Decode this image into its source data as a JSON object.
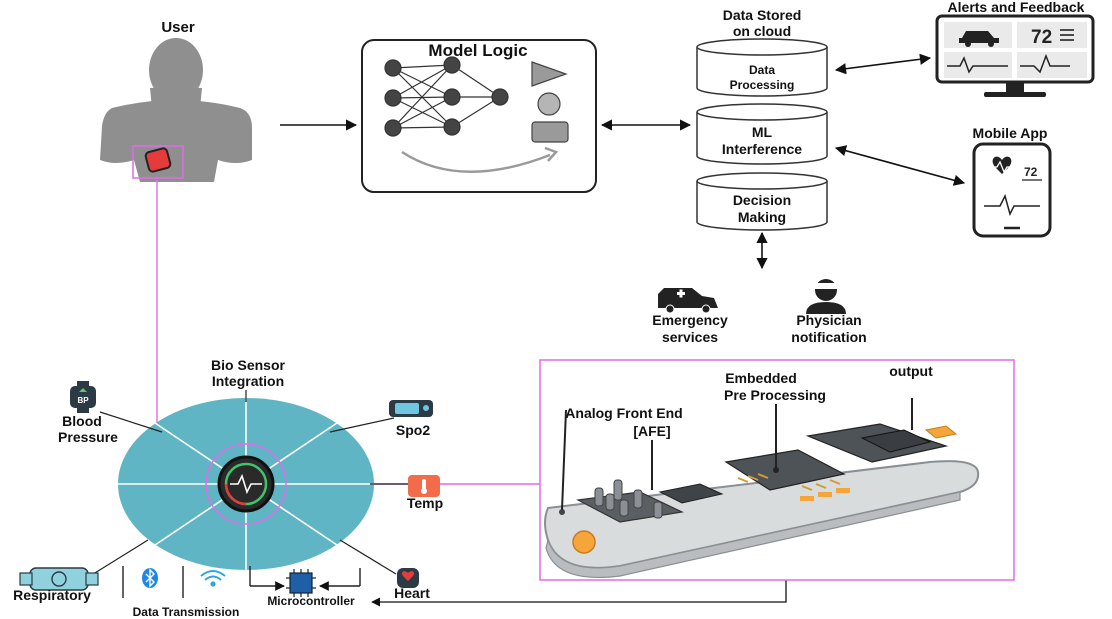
{
  "user": {
    "label": "User"
  },
  "model_logic": {
    "title": "Model Logic"
  },
  "cloud": {
    "title_line1": "Data Stored",
    "title_line2": "on cloud",
    "db1_line1": "Data",
    "db1_line2": "Processing",
    "db2_line1": "ML",
    "db2_line2": "Interference",
    "db3_line1": "Decision",
    "db3_line2": "Making"
  },
  "alerts": {
    "title": "Alerts and Feedback",
    "readout": "72"
  },
  "mobile": {
    "title": "Mobile App",
    "readout": "72"
  },
  "emergency": {
    "line1": "Emergency",
    "line2": "services"
  },
  "physician": {
    "line1": "Physician",
    "line2": "notification"
  },
  "bio": {
    "line1": "Bio Sensor",
    "line2": "Integration"
  },
  "sensors": {
    "blood_line1": "Blood",
    "blood_line2": "Pressure",
    "bp_badge": "BP",
    "spo2": "Spo2",
    "temp": "Temp",
    "respiratory": "Respiratory",
    "heart": "Heart"
  },
  "transmission": {
    "label": "Data Transmission",
    "micro": "Microcontroller"
  },
  "board": {
    "afe_line1": "Analog Front End",
    "afe_line2": "[AFE]",
    "emb_line1": "Embedded",
    "emb_line2": "Pre Processing",
    "output": "output"
  },
  "colors": {
    "silhouette": "#8f8f8f",
    "circle": "#5fb5c3",
    "magenta": "#e16ce8",
    "watch_red": "#e63b3b",
    "orange": "#f5a53a",
    "temp_red": "#f26b4b",
    "resp_teal": "#8fd2de",
    "board": "#d9dcdd",
    "chip": "#5a5f63"
  }
}
